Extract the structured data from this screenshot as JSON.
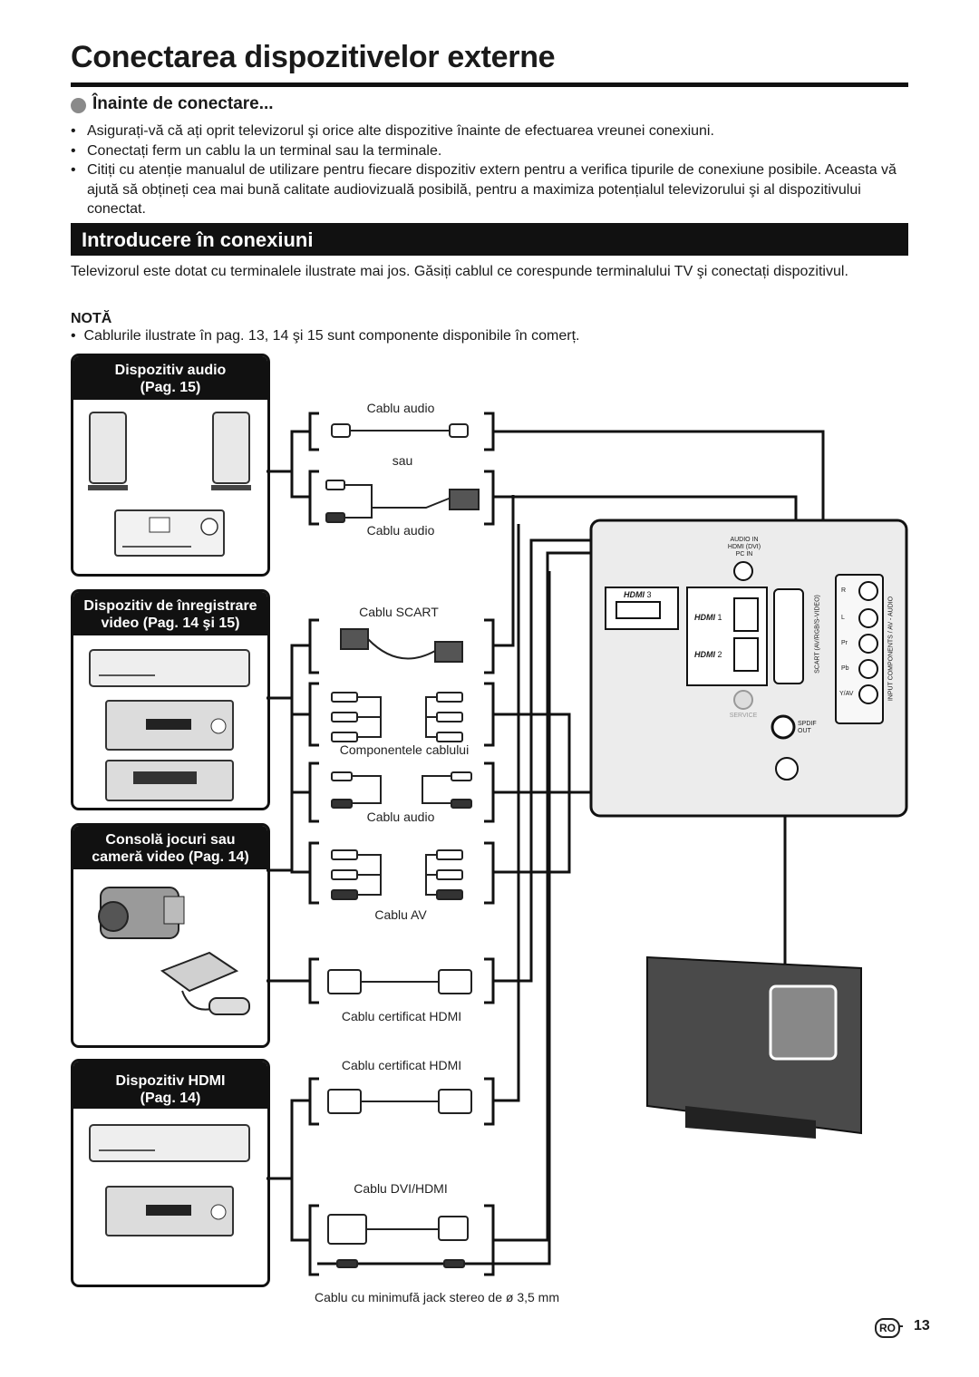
{
  "page": {
    "title": "Conectarea dispozitivelor externe",
    "section1": {
      "heading": "Înainte de conectare...",
      "bullets": [
        "Asigurați-vă că ați oprit televizorul şi orice alte dispozitive înainte de efectuarea vreunei conexiuni.",
        "Conectați ferm un cablu la un terminal sau la terminale.",
        "Citiți cu atenție manualul de utilizare pentru fiecare dispozitiv extern pentru a verifica tipurile de conexiune posibile. Aceasta vă ajută să obțineți cea mai bună calitate audiovizuală posibilă, pentru a maximiza potențialul televizorului şi al dispozitivului conectat."
      ]
    },
    "section2": {
      "heading": "Introducere în conexiuni",
      "paragraph": "Televizorul este dotat cu terminalele ilustrate mai jos. Găsiți cablul ce corespunde terminalului TV şi conectați dispozitivul.",
      "note_label": "NOTĂ",
      "note": "Cablurile ilustrate în pag. 13, 14 şi 15 sunt componente disponibile în comerț."
    }
  },
  "devices": {
    "audio": [
      "Dispozitiv audio",
      "(Pag. 15)"
    ],
    "recorder": [
      "Dispozitiv de înregistrare",
      "video (Pag. 14 şi 15)"
    ],
    "console": [
      "Consolă jocuri sau",
      "cameră video (Pag. 14)"
    ],
    "hdmi": [
      "Dispozitiv HDMI",
      "(Pag. 14)"
    ]
  },
  "cables": {
    "audio1": "Cablu audio",
    "or": "sau",
    "audio2": "Cablu audio",
    "scart": "Cablu SCART",
    "component": "Componentele cablului",
    "audio3": "Cablu audio",
    "av": "Cablu AV",
    "hdmi1": "Cablu certificat HDMI",
    "hdmi2": "Cablu certificat HDMI",
    "dvi": "Cablu DVI/HDMI",
    "jack": "Cablu cu minimufă jack stereo de ø 3,5 mm"
  },
  "tv_panel": {
    "audio_in": [
      "AUDIO IN",
      "HDMI (DVI)",
      "PC IN"
    ],
    "hdmi3": "3",
    "hdmi1": "1",
    "hdmi2": "2",
    "scart": "SCART (AV/RGB/S-VIDEO)",
    "service": "SERVICE",
    "spdif": [
      "SPDIF",
      "OUT"
    ],
    "component_labels": [
      "R",
      "L",
      "Pr",
      "Pb",
      "Y/AV"
    ],
    "component_side": "INPUT COMPONENTS / AV - AUDIO"
  },
  "footer": {
    "lang": "RO",
    "sep": "-",
    "page": "13"
  }
}
